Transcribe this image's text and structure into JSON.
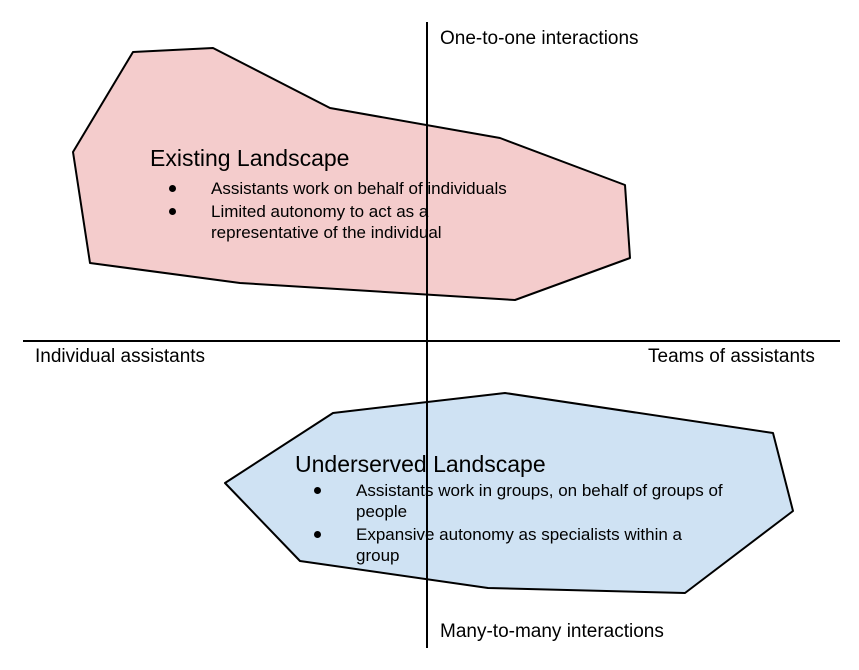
{
  "axes": {
    "top_label": "One-to-one interactions",
    "bottom_label": "Many-to-many interactions",
    "left_label": "Individual assistants",
    "right_label": "Teams of assistants"
  },
  "regions": {
    "existing": {
      "title": "Existing Landscape",
      "bullets": [
        "Assistants work on behalf of individuals",
        "Limited autonomy to act as a representative of the individual"
      ],
      "fill": "#f4cccc"
    },
    "underserved": {
      "title": "Underserved Landscape",
      "bullets": [
        "Assistants work in groups, on behalf of groups of people",
        "Expansive autonomy as specialists within a group"
      ],
      "fill": "#cfe2f3"
    }
  }
}
